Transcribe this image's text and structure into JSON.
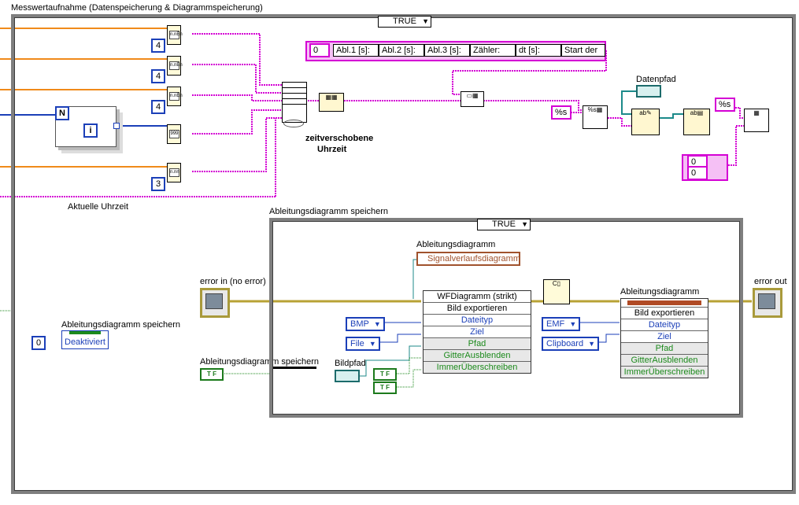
{
  "outer": {
    "title": "Messwertaufnahme (Datenspeicherung & Diagrammspeicherung)",
    "case_selector": "TRUE",
    "label_time": "Aktuelle Uhrzeit",
    "label_shifted": "zeitverschobene",
    "label_shifted2": "Uhrzeit",
    "label_datapath": "Datenpfad",
    "label_diag_save": "Ableitungsdiagramm speichern",
    "label_diag_save2": "Ableitungsdiagramm speichern",
    "label_error_in": "error in (no error)",
    "label_error_out": "error out",
    "diag_save_value": "0",
    "diag_save_text": "Deaktiviert"
  },
  "constants": {
    "prec_values": [
      "4",
      "4",
      "4",
      "3"
    ],
    "loop_n": "N",
    "loop_i": "i",
    "fmt_999": "999",
    "header_index": "0",
    "header_cells": [
      "Abl.1 [s]:",
      "Abl.2 [s]:",
      "Abl.3 [s]:",
      "Zähler:",
      "dt [s]:",
      "Start der"
    ],
    "fmt_s1": "%s",
    "fmt_s2": "%s",
    "array_vals": [
      "0",
      "0"
    ]
  },
  "inner": {
    "title": "Ableitungsdiagramm speichern",
    "case_selector": "TRUE",
    "label_diag": "Ableitungsdiagramm",
    "graph_ref": "Signalverlaufsdiagramm",
    "label_diag2": "Ableitungsdiagramm",
    "label_bildpfad": "Bildpfad",
    "node1": {
      "title": "WFDiagramm (strikt)",
      "rows": [
        "Bild exportieren",
        "Dateityp",
        "Ziel",
        "Pfad",
        "GitterAusblenden",
        "ImmerÜberschreiben"
      ]
    },
    "node2": {
      "rows": [
        "Bild exportieren",
        "Dateityp",
        "Ziel",
        "Pfad",
        "GitterAusblenden",
        "ImmerÜberschreiben"
      ]
    },
    "enum_bmp": "BMP",
    "enum_file": "File",
    "enum_emf": "EMF",
    "enum_clip": "Clipboard",
    "bool_tf1": "T F",
    "bool_tf2": "T F",
    "bool_tf3": "T F"
  }
}
